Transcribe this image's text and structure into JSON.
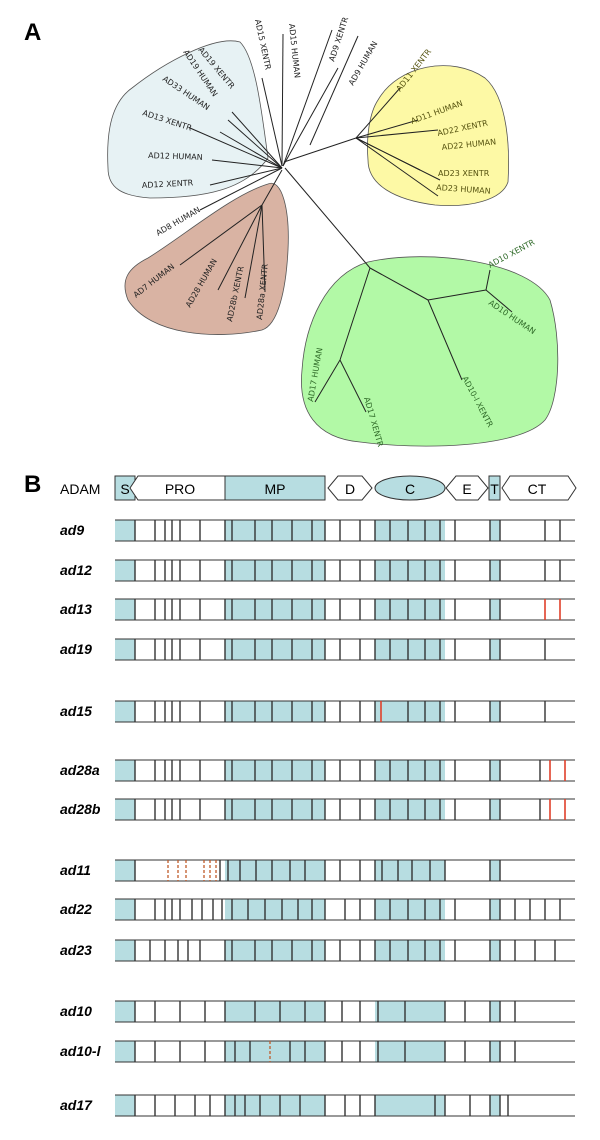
{
  "panels": {
    "a_letter": "A",
    "b_letter": "B"
  },
  "colors": {
    "cluster_blue": "#e7f2f4",
    "cluster_yellow": "#fdf9a5",
    "cluster_brown": "#d9b3a3",
    "cluster_green": "#b2f9a6",
    "domain_fill": "#b7dde1",
    "exon_line": "#333333",
    "highlight": "#e0402a",
    "dashed": "#c05a2a",
    "leaf_text_dark": "#222222",
    "leaf_text_green": "#2f6a28",
    "leaf_text_olive": "#55520f"
  },
  "tree": {
    "leaves": [
      "AD15 XENTR",
      "AD15 HUMAN",
      "AD9 XENTR",
      "AD9 HUMAN",
      "AD19 HUMAN",
      "AD19 XENTR",
      "AD33 HUMAN",
      "AD13 XENTR",
      "AD12 HUMAN",
      "AD12 XENTR",
      "AD11 XENTR",
      "AD11 HUMAN",
      "AD22 XENTR",
      "AD22 HUMAN",
      "AD23 XENTR",
      "AD23 HUMAN",
      "AD8 HUMAN",
      "AD7 HUMAN",
      "AD28 HUMAN",
      "AD28b XENTR",
      "AD28a XENTR",
      "AD10 XENTR",
      "AD10 HUMAN",
      "AD10-l XENTR",
      "AD17 HUMAN",
      "AD17 XENTR"
    ]
  },
  "domains": {
    "header_label": "ADAM",
    "items": [
      "S",
      "PRO",
      "MP",
      "D",
      "C",
      "E",
      "T",
      "CT"
    ]
  },
  "rows": [
    {
      "label": "ad9"
    },
    {
      "label": "ad12"
    },
    {
      "label": "ad13"
    },
    {
      "label": "ad19"
    },
    {
      "label": "ad15"
    },
    {
      "label": "ad28a"
    },
    {
      "label": "ad28b"
    },
    {
      "label": "ad11"
    },
    {
      "label": "ad22"
    },
    {
      "label": "ad23"
    },
    {
      "label": "ad10"
    },
    {
      "label": "ad10-l"
    },
    {
      "label": "ad17"
    }
  ]
}
